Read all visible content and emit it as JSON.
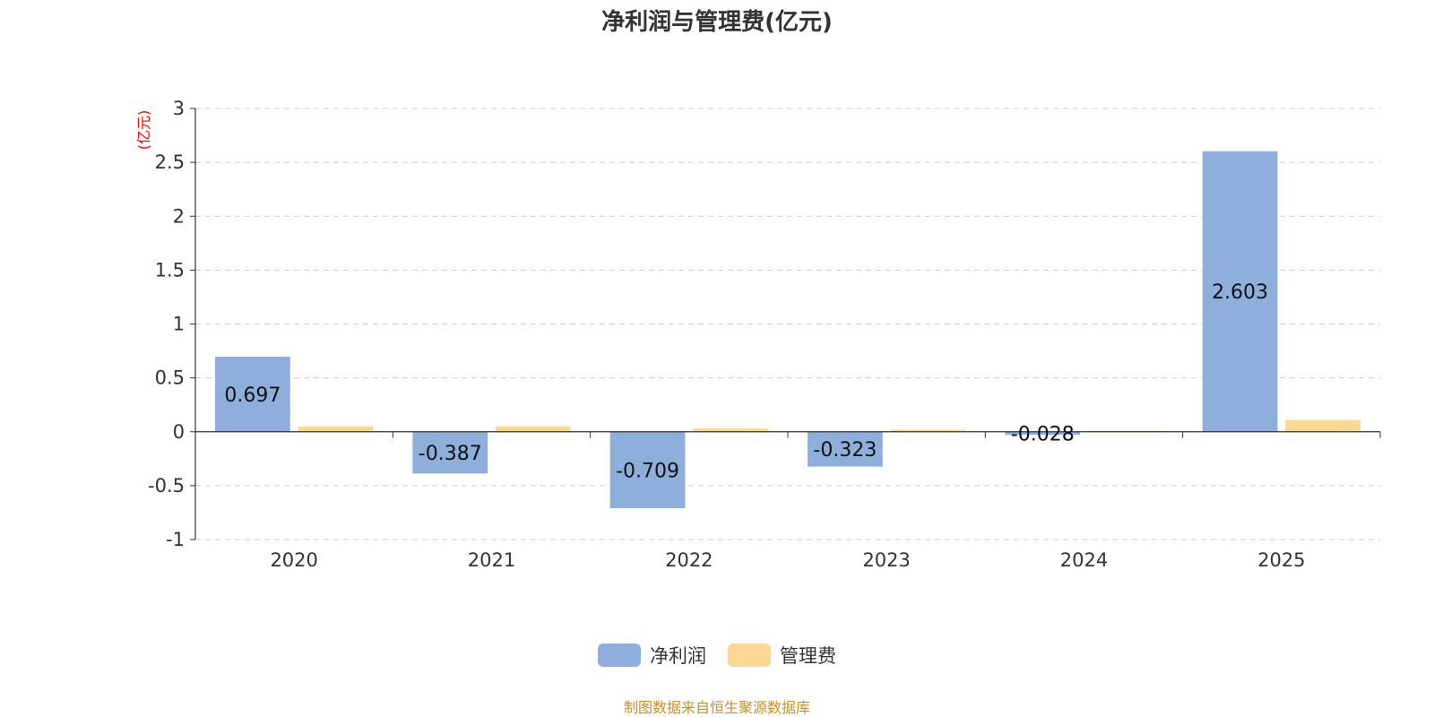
{
  "chart_data": {
    "type": "bar",
    "title": "净利润与管理费(亿元)",
    "ylabel": "(亿元)",
    "categories": [
      "2020",
      "2021",
      "2022",
      "2023",
      "2024",
      "2025"
    ],
    "series": [
      {
        "name": "净利润",
        "values": [
          0.697,
          -0.387,
          -0.709,
          -0.323,
          -0.028,
          2.603
        ],
        "color": "#8eaedc",
        "show_labels": true
      },
      {
        "name": "管理费",
        "values": [
          0.05,
          0.05,
          0.03,
          0.02,
          0.01,
          0.11
        ],
        "color": "#fdd795",
        "show_labels": false
      }
    ],
    "data_labels": [
      "0.697",
      "-0.387",
      "-0.709",
      "-0.323",
      "-0.028",
      "2.603"
    ],
    "yticks": [
      "3",
      "2.5",
      "2",
      "1.5",
      "1",
      "0.5",
      "0",
      "-0.5",
      "-1"
    ],
    "ylim": [
      -1,
      3
    ],
    "grid": true,
    "legend_position": "bottom"
  },
  "source": "制图数据来自恒生聚源数据库",
  "colors": {
    "axis": "#333333",
    "grid": "#cccccc",
    "ylabel": "#ff0000"
  }
}
